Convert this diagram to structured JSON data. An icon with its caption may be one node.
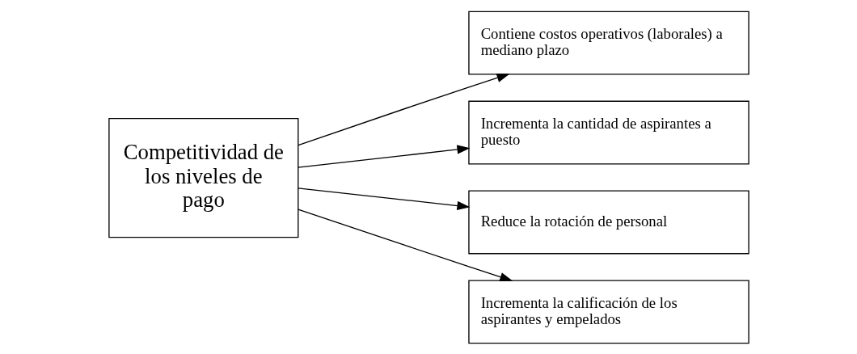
{
  "diagram": {
    "nodes": [
      {
        "text": [
          "Competitividad de los niveles de pago"
        ]
      },
      {
        "text": [
          "Contiene costos operativos (laborales) a mediano plazo"
        ]
      },
      {
        "text": [
          "Incrementa la cantidad de aspirantes a puesto"
        ]
      },
      {
        "text": [
          "Reduce la rotación de personal"
        ]
      },
      {
        "text": [
          "Incrementa la calificación de los aspirantes y empelados"
        ]
      }
    ],
    "edges": [
      {
        "from": 0,
        "to": 1,
        "arrow": "to"
      },
      {
        "from": 0,
        "to": 2,
        "arrow": "to"
      },
      {
        "from": 0,
        "to": 3,
        "arrow": "to"
      },
      {
        "from": 0,
        "to": 4,
        "arrow": "to"
      }
    ]
  }
}
